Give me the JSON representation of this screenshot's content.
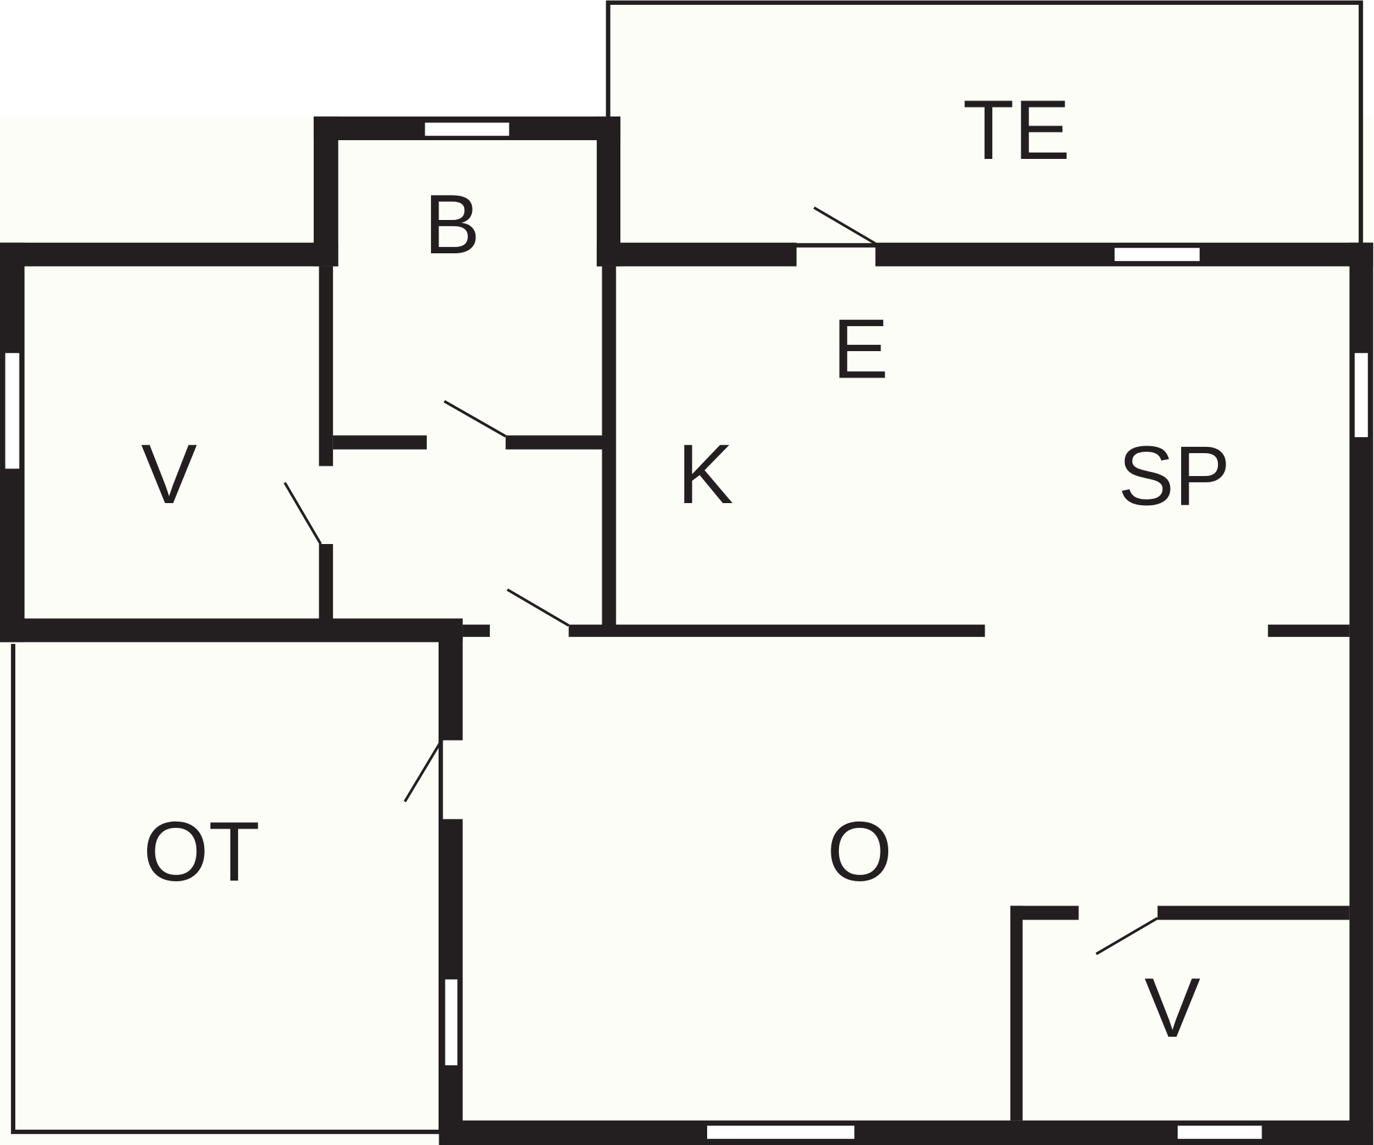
{
  "floor_plan": {
    "rooms": [
      {
        "id": "terrace",
        "label": "TE"
      },
      {
        "id": "bathroom",
        "label": "B"
      },
      {
        "id": "entrance",
        "label": "E"
      },
      {
        "id": "storage-left",
        "label": "V"
      },
      {
        "id": "kitchen",
        "label": "K"
      },
      {
        "id": "dining",
        "label": "SP"
      },
      {
        "id": "open-terrace",
        "label": "OT"
      },
      {
        "id": "living",
        "label": "O"
      },
      {
        "id": "storage-right",
        "label": "V"
      }
    ],
    "colors": {
      "wall": "#231f20",
      "floor": "#fdfdf7",
      "window": "#ffffff"
    }
  }
}
